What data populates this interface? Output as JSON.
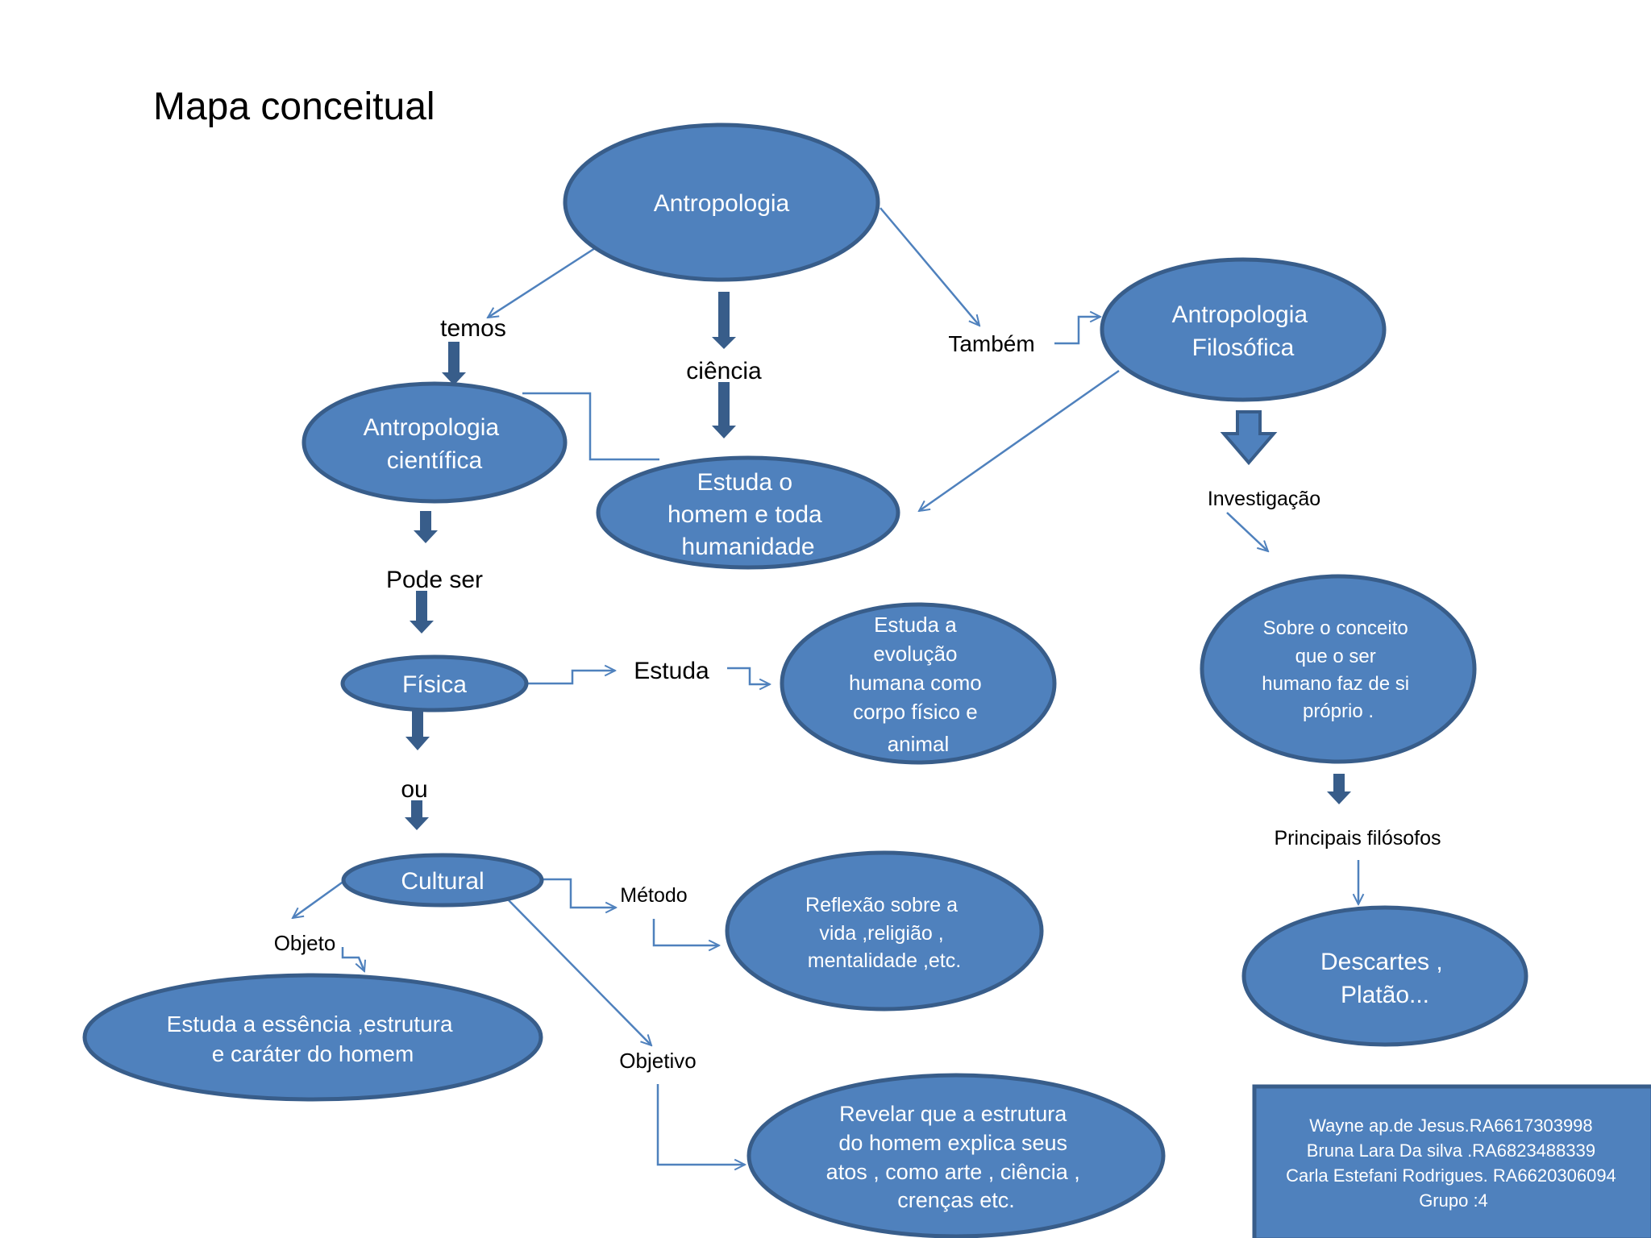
{
  "title": "Mapa conceitual",
  "colors": {
    "node_fill": "#4f81bd",
    "node_stroke": "#385d8a",
    "node_text": "#ffffff",
    "arrow": "#4f81bd",
    "block_arrow": "#385d8a"
  },
  "nodes": {
    "antropologia": [
      "Antropologia"
    ],
    "filosofica": [
      "Antropologia",
      "Filosófica"
    ],
    "cientifica": [
      "Antropologia",
      "científica"
    ],
    "estuda_homem": [
      "Estuda o",
      "homem e toda",
      "humanidade"
    ],
    "fisica": [
      "Física"
    ],
    "evolucao": [
      "Estuda a",
      "evolução",
      "humana como",
      "corpo físico e",
      "animal"
    ],
    "sobre_conceito": [
      "Sobre o conceito",
      "que o ser",
      "humano faz de si",
      "próprio ."
    ],
    "cultural": [
      "Cultural"
    ],
    "reflexao": [
      "Reflexão sobre a",
      "vida ,religião ,",
      "mentalidade ,etc."
    ],
    "descartes": [
      "Descartes ,",
      "Platão..."
    ],
    "essencia": [
      "Estuda a essência ,estrutura",
      "e caráter do homem"
    ],
    "revelar": [
      "Revelar que a estrutura",
      "do homem explica seus",
      "atos , como arte , ciência ,",
      "crenças etc."
    ],
    "autores": [
      "Wayne  ap.de Jesus.RA6617303998",
      "Bruna Lara Da silva .RA6823488339",
      "Carla Estefani Rodrigues. RA6620306094",
      "Grupo :4"
    ]
  },
  "labels": {
    "temos": "temos",
    "ciencia": "ciência",
    "tambem": "Também",
    "pode_ser": "Pode ser",
    "estuda": "Estuda",
    "investigacao": "Investigação",
    "ou": "ou",
    "principais": "Principais filósofos",
    "metodo": "Método",
    "objeto": "Objeto",
    "objetivo": "Objetivo"
  }
}
